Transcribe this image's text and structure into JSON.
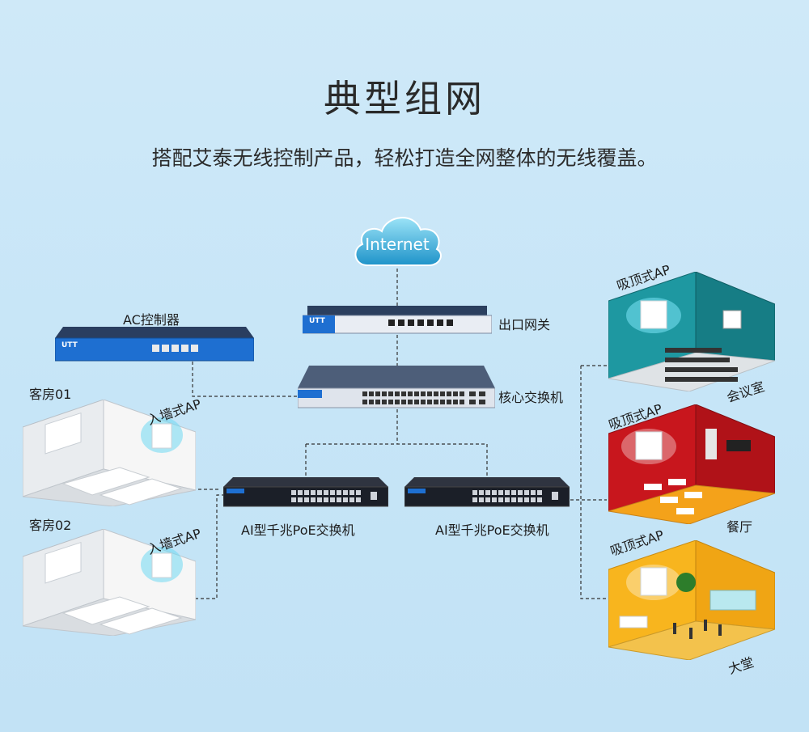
{
  "title": "典型组网",
  "subtitle": "搭配艾泰无线控制产品，轻松打造全网整体的无线覆盖。",
  "cloud_label": "Internet",
  "devices": {
    "ac": "AC控制器",
    "gateway": "出口网关",
    "core": "核心交换机",
    "poe_left": "AI型千兆PoE交换机",
    "poe_right": "AI型千兆PoE交换机",
    "brand": "UTT"
  },
  "rooms": {
    "guest1": "客房01",
    "guest2": "客房02",
    "ap_wall_1": "入墙式AP",
    "ap_wall_2": "入墙式AP",
    "ap_ceiling_1": "吸顶式AP",
    "ap_ceiling_2": "吸顶式AP",
    "ap_ceiling_3": "吸顶式AP",
    "meeting": "会议室",
    "restaurant": "餐厅",
    "lobby": "大堂"
  },
  "colors": {
    "cloud": "#2aa4d4",
    "device_body": "#1f3d6b",
    "device_blue": "#1e6fd1",
    "meeting": "#1d8a93",
    "restaurant": "#c8161d",
    "lobby": "#f2a215",
    "guest": "#f2f2f2"
  }
}
